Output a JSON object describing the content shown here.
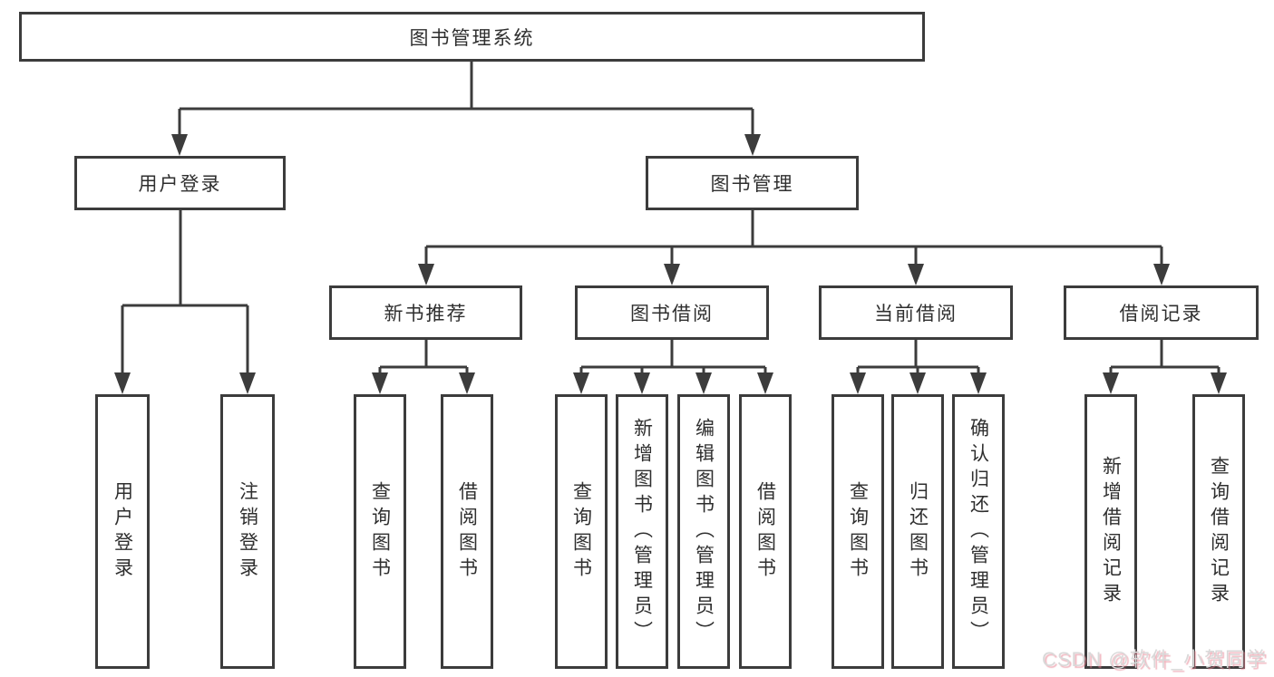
{
  "tree": {
    "root": {
      "label": "图书管理系统"
    },
    "branches": [
      {
        "label": "用户登录",
        "children": [
          {
            "label": "用户登录"
          },
          {
            "label": "注销登录"
          }
        ]
      },
      {
        "label": "图书管理",
        "children": [
          {
            "label": "新书推荐",
            "children": [
              {
                "label": "查询图书"
              },
              {
                "label": "借阅图书"
              }
            ]
          },
          {
            "label": "图书借阅",
            "children": [
              {
                "label": "查询图书"
              },
              {
                "label": "新增图书（管理员）"
              },
              {
                "label": "编辑图书（管理员）"
              },
              {
                "label": "借阅图书"
              }
            ]
          },
          {
            "label": "当前借阅",
            "children": [
              {
                "label": "查询图书"
              },
              {
                "label": "归还图书"
              },
              {
                "label": "确认归还（管理员）"
              }
            ]
          },
          {
            "label": "借阅记录",
            "children": [
              {
                "label": "新增借阅记录"
              },
              {
                "label": "查询借阅记录"
              }
            ]
          }
        ]
      }
    ]
  },
  "style": {
    "line_color": "#3c3c3c",
    "box_border_color": "#3c3c3c",
    "text_color": "#2f2f2f",
    "background_color": "#ffffff",
    "watermark_color": "#d9d9d9",
    "watermark_shadow_color": "#e67c8c"
  },
  "watermark": {
    "text": "CSDN @软件_小贺同学"
  }
}
